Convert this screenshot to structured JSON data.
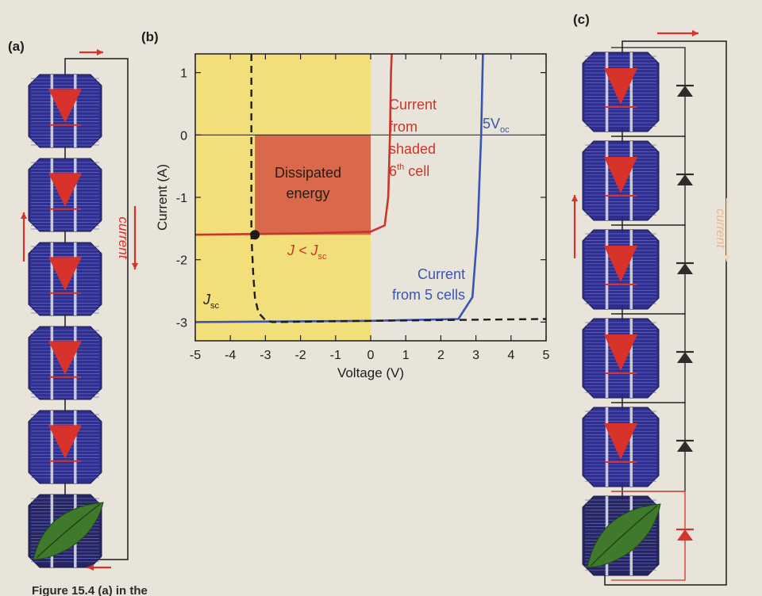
{
  "panels": {
    "a": "(a)",
    "b": "(b)",
    "c": "(c)"
  },
  "panel_a": {
    "current_label": "current",
    "cell_count": 6,
    "shaded_cell_index": 5
  },
  "panel_c": {
    "current_label": "current",
    "cell_count": 6,
    "shaded_cell_index": 5
  },
  "colors": {
    "cell_blue": "#2f2f8f",
    "triangle_red": "#d8322c",
    "arrow_red": "#d8322c",
    "leaf_green": "#3f7a2c",
    "yellow_region": "#f2df7a",
    "dissipated": "#d9694a",
    "red_curve": "#c8352a",
    "blue_curve": "#3a55b0",
    "current_text_c": "#f0b48c",
    "diode_dark": "#2c2c2c"
  },
  "chart_data": {
    "type": "line",
    "xlabel": "Voltage (V)",
    "ylabel": "Current (A)",
    "xlim": [
      -5,
      5
    ],
    "ylim": [
      -3.3,
      1.3
    ],
    "xticks": [
      -5,
      -4,
      -3,
      -2,
      -1,
      0,
      1,
      2,
      3,
      4,
      5
    ],
    "yticks": [
      1,
      0,
      -1,
      -2,
      -3
    ],
    "series": [
      {
        "name": "Current from shaded 6th cell",
        "x": [
          -5,
          -2,
          0,
          0.4,
          0.5,
          0.55,
          0.58,
          0.6
        ],
        "y": [
          -1.6,
          -1.58,
          -1.55,
          -1.45,
          -1.0,
          0.0,
          1.0,
          1.3
        ]
      },
      {
        "name": "Current from 5 cells",
        "x": [
          -5,
          0,
          2.5,
          2.9,
          3.05,
          3.15,
          3.2
        ],
        "y": [
          -3.0,
          -2.98,
          -2.95,
          -2.6,
          -1.5,
          0.0,
          1.3
        ]
      },
      {
        "name": "dashed",
        "x": [
          -3.4,
          -3.4,
          -3.35,
          -3.3,
          -3.2,
          -3.0,
          -2.8,
          0,
          5
        ],
        "y": [
          1.3,
          -1.6,
          -2.2,
          -2.6,
          -2.85,
          -2.97,
          -3.0,
          -2.98,
          -2.95
        ]
      }
    ],
    "operating_point": {
      "x": -3.3,
      "y": -1.6
    },
    "regions": {
      "yellow": {
        "x": [
          -5,
          0
        ],
        "y": [
          -3.3,
          1.3
        ]
      },
      "dissipated": {
        "x": [
          -3.3,
          0
        ],
        "y": [
          -1.6,
          0
        ]
      }
    },
    "annotations": {
      "dissipated_line1": "Dissipated",
      "dissipated_line2": "energy",
      "shaded_line1": "Current",
      "shaded_line2": "from",
      "shaded_line3": "shaded",
      "shaded_line4": "6",
      "shaded_line4_sup": "th",
      "shaded_line4_rest": " cell",
      "voc_main": "5V",
      "voc_sub": "oc",
      "five_line1": "Current",
      "five_line2": "from 5 cells",
      "j_label": "J < J",
      "j_sub": "sc",
      "jsc_main": "J",
      "jsc_sub": "sc"
    }
  },
  "caption": {
    "text": "Figure 15.4  (a) in the"
  }
}
